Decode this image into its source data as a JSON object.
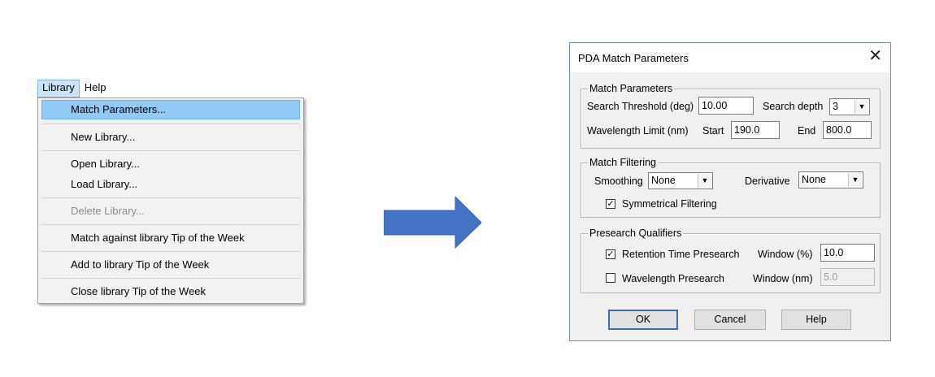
{
  "menubar": {
    "items": [
      "Library",
      "Help"
    ]
  },
  "menu": {
    "items": [
      {
        "label": "Match Parameters...",
        "highlighted": true,
        "disabled": false
      },
      {
        "label": "New Library...",
        "disabled": false
      },
      {
        "label": "Open Library...",
        "disabled": false
      },
      {
        "label": "Load Library...",
        "disabled": false
      },
      {
        "label": "Delete Library...",
        "disabled": true
      },
      {
        "label": "Match against library Tip of the Week",
        "disabled": false
      },
      {
        "label": "Add to library Tip of the Week",
        "disabled": false
      },
      {
        "label": "Close library Tip of the Week",
        "disabled": false
      }
    ]
  },
  "arrow": {
    "color": "#4472c4"
  },
  "dialog": {
    "title": "PDA Match Parameters",
    "match_parameters": {
      "group_label": "Match Parameters",
      "search_threshold_label": "Search Threshold (deg)",
      "search_threshold_value": "10.00",
      "search_depth_label": "Search depth",
      "search_depth_value": "3",
      "wavelength_limit_label": "Wavelength Limit (nm)",
      "start_label": "Start",
      "start_value": "190.0",
      "end_label": "End",
      "end_value": "800.0"
    },
    "match_filtering": {
      "group_label": "Match Filtering",
      "smoothing_label": "Smoothing",
      "smoothing_value": "None",
      "derivative_label": "Derivative",
      "derivative_value": "None",
      "symmetrical_label": "Symmetrical Filtering",
      "symmetrical_checked": true
    },
    "presearch": {
      "group_label": "Presearch Qualifiers",
      "retention_label": "Retention Time Presearch",
      "retention_checked": true,
      "retention_window_label": "Window (%)",
      "retention_window_value": "10.0",
      "wavelength_label": "Wavelength Presearch",
      "wavelength_checked": false,
      "wavelength_window_label": "Window (nm)",
      "wavelength_window_value": "5.0"
    },
    "buttons": {
      "ok": "OK",
      "cancel": "Cancel",
      "help": "Help"
    }
  }
}
